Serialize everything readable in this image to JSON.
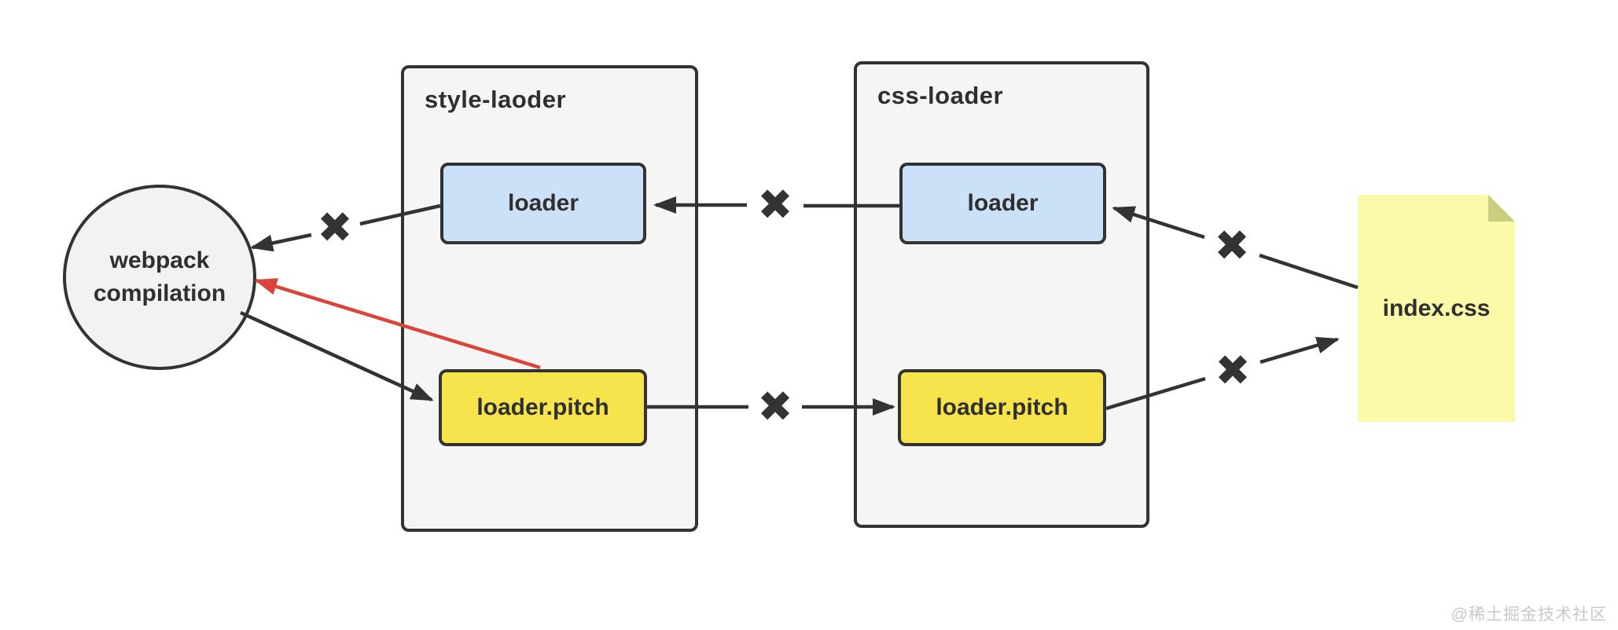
{
  "diagram": {
    "webpack_node": {
      "line1": "webpack",
      "line2": "compilation"
    },
    "containers": {
      "style_loader": {
        "title": "style-laoder",
        "loader_label": "loader",
        "pitch_label": "loader.pitch"
      },
      "css_loader": {
        "title": "css-loader",
        "loader_label": "loader",
        "pitch_label": "loader.pitch"
      }
    },
    "note": {
      "label": "index.css"
    },
    "icons": {
      "blocked_x": "✖"
    },
    "colors": {
      "loader_box_fill": "#cbe1f8",
      "pitch_box_fill": "#f7e34c",
      "container_fill": "#f5f5f5",
      "circle_fill": "#f2f2f2",
      "note_fill": "#fafaa8",
      "note_fold": "#c9ce80",
      "stroke": "#333333",
      "red_arrow": "#d9453a",
      "watermark_text": "#c9c9c9"
    },
    "watermark": "@稀土掘金技术社区"
  }
}
